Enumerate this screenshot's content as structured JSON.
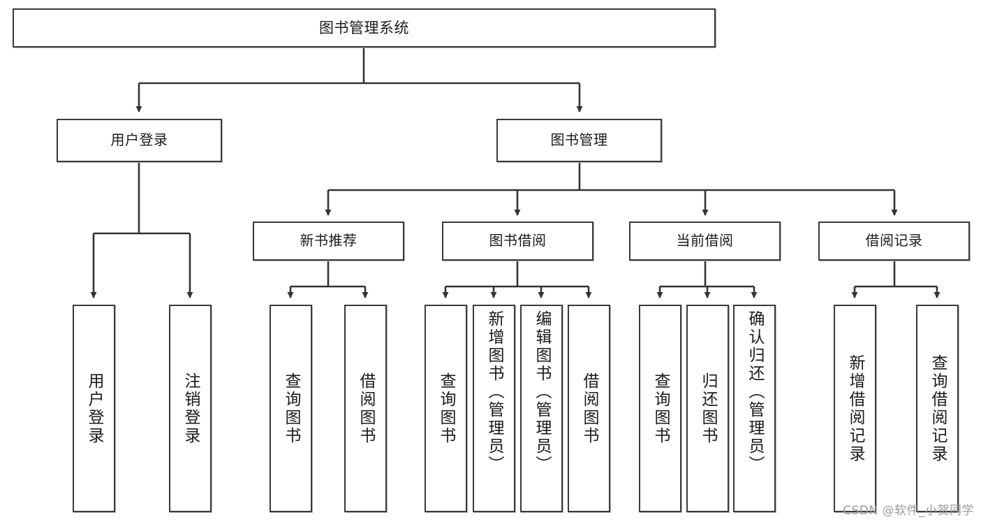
{
  "diagram": {
    "title": "图书管理系统",
    "type": "tree",
    "orientation": "top-down",
    "watermark": "CSDN @软件_小贺同学",
    "colors": {
      "box_border": "#3a3a3a",
      "box_fill": "#ffffff",
      "edge": "#333333",
      "text": "#1a1a1a",
      "watermark": "#9a9a9a",
      "background": "#ffffff"
    },
    "root": {
      "id": "root",
      "label": "图书管理系统"
    },
    "level1": [
      {
        "id": "user-login",
        "label": "用户登录"
      },
      {
        "id": "book-manage",
        "label": "图书管理"
      }
    ],
    "level2": [
      {
        "id": "new-book",
        "label": "新书推荐",
        "parent": "book-manage"
      },
      {
        "id": "book-borrow",
        "label": "图书借阅",
        "parent": "book-manage"
      },
      {
        "id": "current-borrow",
        "label": "当前借阅",
        "parent": "book-manage"
      },
      {
        "id": "borrow-record",
        "label": "借阅记录",
        "parent": "book-manage"
      }
    ],
    "leaves": {
      "user_login": [
        {
          "id": "leaf-user-login",
          "label": "用户登录"
        },
        {
          "id": "leaf-user-logout",
          "label": "注销登录"
        }
      ],
      "new_book": [
        {
          "id": "leaf-nb-query",
          "label": "查询图书"
        },
        {
          "id": "leaf-nb-borrow",
          "label": "借阅图书"
        }
      ],
      "book_borrow": [
        {
          "id": "leaf-bb-query",
          "label": "查询图书"
        },
        {
          "id": "leaf-bb-add",
          "label": "新增图书（管理员）"
        },
        {
          "id": "leaf-bb-edit",
          "label": "编辑图书（管理员）"
        },
        {
          "id": "leaf-bb-borrow",
          "label": "借阅图书"
        }
      ],
      "current_borrow": [
        {
          "id": "leaf-cb-query",
          "label": "查询图书"
        },
        {
          "id": "leaf-cb-return",
          "label": "归还图书"
        },
        {
          "id": "leaf-cb-confirm",
          "label": "确认归还（管理员）"
        }
      ],
      "borrow_record": [
        {
          "id": "leaf-br-add",
          "label": "新增借阅记录"
        },
        {
          "id": "leaf-br-query",
          "label": "查询借阅记录"
        }
      ]
    }
  }
}
